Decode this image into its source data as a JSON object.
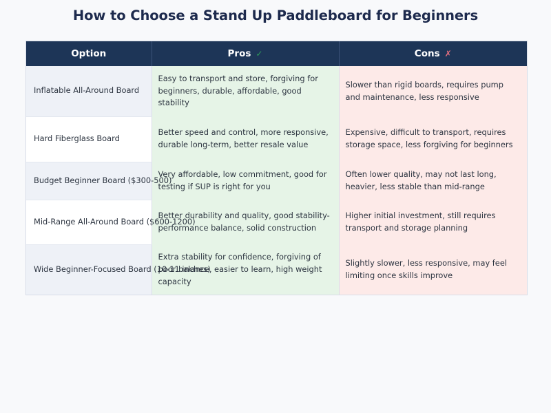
{
  "page": {
    "title": "How to Choose a Stand Up Paddleboard for Beginners",
    "background_color": "#f8f9fb",
    "title_color": "#1d2a4d"
  },
  "table": {
    "header": {
      "background_color": "#1d3557",
      "text_color": "#ffffff",
      "columns": [
        {
          "label": "Option",
          "icon": "",
          "icon_name": "none"
        },
        {
          "label": "Pros",
          "icon": "✓",
          "icon_name": "check-icon",
          "icon_color": "#2e9e5b"
        },
        {
          "label": "Cons",
          "icon": "✗",
          "icon_name": "cross-icon",
          "icon_color": "#e8707f"
        }
      ]
    },
    "column_colors": {
      "option_odd": "#eef1f7",
      "option_even": "#ffffff",
      "pros": "#e6f4e7",
      "cons": "#fdeae8"
    },
    "rows": [
      {
        "option": "Inflatable All-Around Board",
        "pros": "Easy to transport and store, forgiving for beginners, durable, affordable, good stability",
        "cons": "Slower than rigid boards, requires pump and maintenance, less responsive"
      },
      {
        "option": "Hard Fiberglass Board",
        "pros": "Better speed and control, more responsive, durable long-term, better resale value",
        "cons": "Expensive, difficult to transport, requires storage space, less forgiving for beginners"
      },
      {
        "option": "Budget Beginner Board ($300-500)",
        "pros": "Very affordable, low commitment, good for testing if SUP is right for you",
        "cons": "Often lower quality, may not last long, heavier, less stable than mid-range"
      },
      {
        "option": "Mid-Range All-Around Board ($600-1200)",
        "pros": "Better durability and quality, good stability-performance balance, solid construction",
        "cons": "Higher initial investment, still requires transport and storage planning"
      },
      {
        "option": "Wide Beginner-Focused Board (10-11 inches)",
        "pros": "Extra stability for confidence, forgiving of poor balance, easier to learn, high weight capacity",
        "cons": "Slightly slower, less responsive, may feel limiting once skills improve"
      }
    ]
  }
}
